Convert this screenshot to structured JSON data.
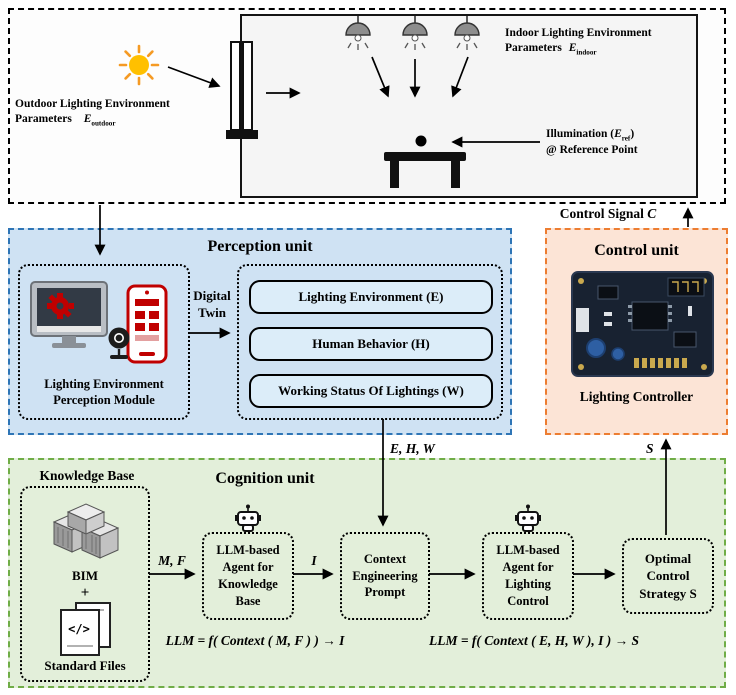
{
  "colors": {
    "perception_bg": "#cfe2f3",
    "perception_border": "#2e75b6",
    "control_bg": "#fce4d6",
    "control_border": "#ed7d31",
    "cognition_bg": "#e3efda",
    "cognition_border": "#70ad47",
    "item_fill": "#dcedf9",
    "sun": "#ffc000"
  },
  "physical": {
    "outdoor": {
      "line1": "Outdoor Lighting Environment",
      "line2": "Parameters",
      "sym": "E",
      "sub": "outdoor"
    },
    "indoor": {
      "line1": "Indoor Lighting Environment",
      "line2": "Parameters",
      "sym": "E",
      "sub": "indoor"
    },
    "illumination": {
      "pre": "Illumination (",
      "sym": "E",
      "sub": "ref",
      "post": ")",
      "line2": "@ Reference Point"
    }
  },
  "perception": {
    "title": "Perception unit",
    "module_label": "Lighting Environment\nPerception Module",
    "digital_twin": "Digital\nTwin",
    "boxes": [
      "Lighting Environment (E)",
      "Human Behavior (H)",
      "Working Status Of Lightings (W)"
    ]
  },
  "control": {
    "title": "Control unit",
    "signal_pre": "Control Signal",
    "signal_sym": "C",
    "controller_label": "Lighting Controller"
  },
  "cognition": {
    "title": "Cognition unit",
    "kb_label": "Knowledge Base",
    "bim_label": "BIM",
    "plus": "+",
    "files_label": "Standard Files",
    "agent_kb": "LLM-based\nAgent for\nKnowledge\nBase",
    "context": "Context\nEngineering\nPrompt",
    "agent_control": "LLM-based\nAgent for\nLighting\nControl",
    "optimal": "Optimal\nControl\nStrategy S",
    "formula1": "LLM = f( Context ( M, F ) ) → I",
    "formula2": "LLM = f( Context ( E, H, W ), I ) → S",
    "flow": {
      "mf": "M, F",
      "i": "I",
      "ehw": "E, H, W",
      "s": "S"
    }
  },
  "icons": {
    "code_glyph": "</>"
  }
}
